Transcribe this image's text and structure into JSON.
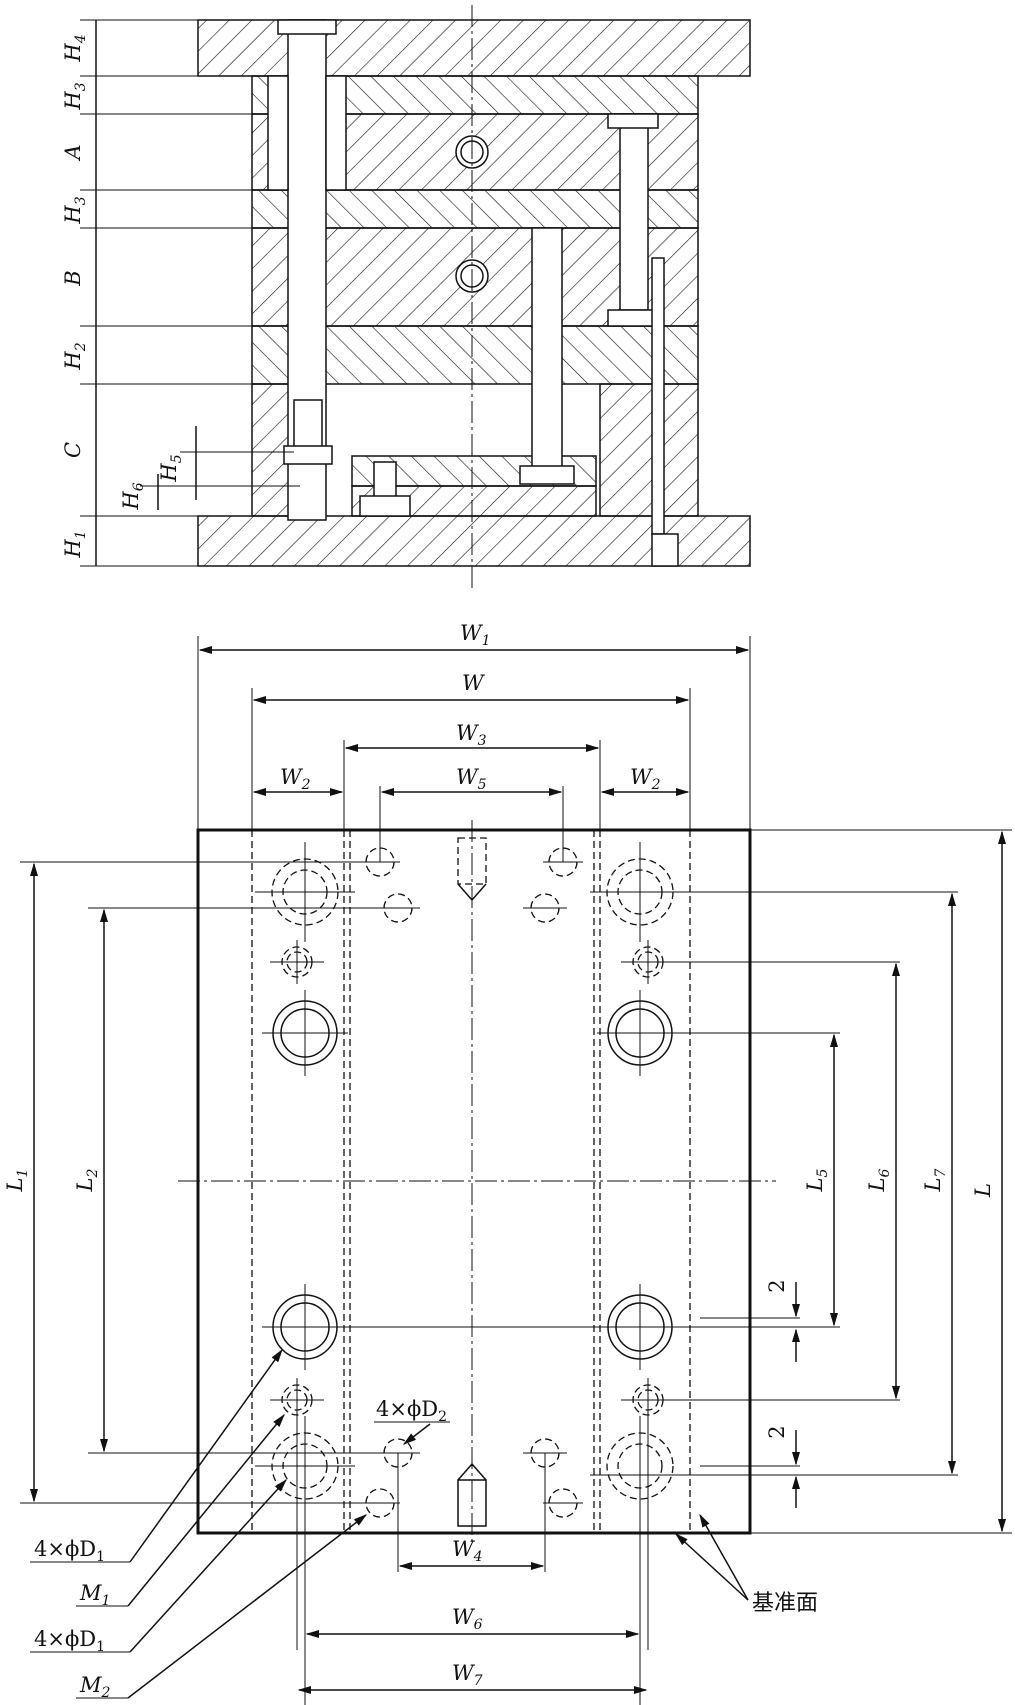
{
  "section_view": {
    "height_labels": {
      "H4": {
        "main": "H",
        "sub": "4"
      },
      "H3_top": {
        "main": "H",
        "sub": "3"
      },
      "A": {
        "main": "A",
        "sub": ""
      },
      "H3_mid": {
        "main": "H",
        "sub": "3"
      },
      "B": {
        "main": "B",
        "sub": ""
      },
      "H2": {
        "main": "H",
        "sub": "2"
      },
      "C": {
        "main": "C",
        "sub": ""
      },
      "H6": {
        "main": "H",
        "sub": "6"
      },
      "H5": {
        "main": "H",
        "sub": "5"
      },
      "H1": {
        "main": "H",
        "sub": "1"
      }
    }
  },
  "plan_view": {
    "width_labels": {
      "W1": {
        "main": "W",
        "sub": "1"
      },
      "W": {
        "main": "W",
        "sub": ""
      },
      "W3": {
        "main": "W",
        "sub": "3"
      },
      "W2_left": {
        "main": "W",
        "sub": "2"
      },
      "W2_right": {
        "main": "W",
        "sub": "2"
      },
      "W5": {
        "main": "W",
        "sub": "5"
      },
      "W4": {
        "main": "W",
        "sub": "4"
      },
      "W6": {
        "main": "W",
        "sub": "6"
      },
      "W7": {
        "main": "W",
        "sub": "7"
      }
    },
    "length_labels": {
      "L1": {
        "main": "L",
        "sub": "1"
      },
      "L2": {
        "main": "L",
        "sub": "2"
      },
      "L5": {
        "main": "L",
        "sub": "5"
      },
      "L6": {
        "main": "L",
        "sub": "6"
      },
      "L7": {
        "main": "L",
        "sub": "7"
      },
      "L": {
        "main": "L",
        "sub": ""
      }
    },
    "offset_top": "2",
    "offset_bottom": "2",
    "callouts": {
      "holes_d2": {
        "main": "4×ϕD",
        "sub": "2"
      },
      "holes_d1_a": {
        "main": "4×ϕD",
        "sub": "1"
      },
      "thread_m1": {
        "main": "M",
        "sub": "1"
      },
      "holes_d1_b": {
        "main": "4×ϕD",
        "sub": "1"
      },
      "thread_m2": {
        "main": "M",
        "sub": "2"
      }
    },
    "datum_label": "基准面"
  }
}
